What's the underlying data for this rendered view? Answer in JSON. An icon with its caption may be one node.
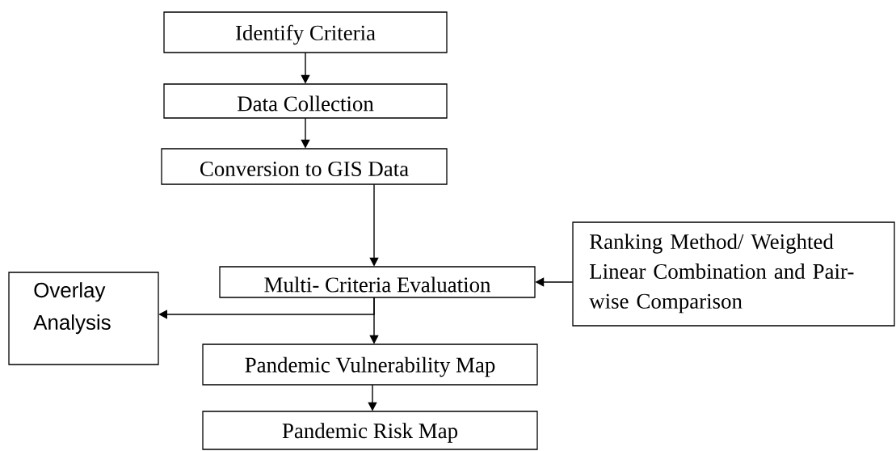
{
  "diagram": {
    "nodes": [
      {
        "text": [
          "Identify Criteria"
        ]
      },
      {
        "text": [
          "Data Collection"
        ]
      },
      {
        "text": [
          "Conversion to GIS Data"
        ]
      },
      {
        "text": [
          "Multi- Criteria Evaluation"
        ]
      },
      {
        "text": [
          "Ranking Method/ Weighted Linear Combination and Pair-wise Comparison"
        ]
      },
      {
        "text": [
          "Overlay Analysis"
        ]
      },
      {
        "text": [
          "Pandemic Vulnerability Map"
        ]
      },
      {
        "text": [
          "Pandemic Risk Map"
        ]
      }
    ],
    "edges": [
      {
        "from": 0,
        "to": 1,
        "arrow": "to"
      },
      {
        "from": 1,
        "to": 2,
        "arrow": "to"
      },
      {
        "from": 2,
        "to": 3,
        "arrow": "to"
      },
      {
        "from": 4,
        "to": 3,
        "arrow": "to"
      },
      {
        "from": 3,
        "to": 5,
        "arrow": "to"
      },
      {
        "from": 3,
        "to": 6,
        "arrow": "to"
      },
      {
        "from": 6,
        "to": 7,
        "arrow": "to"
      }
    ]
  }
}
